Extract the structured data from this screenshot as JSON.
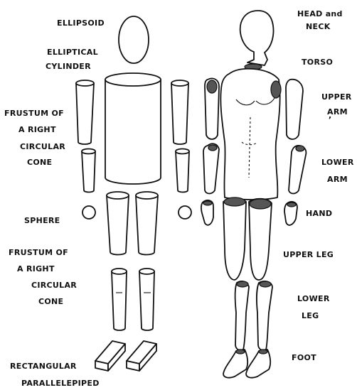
{
  "labels": {
    "ellipsoid": "ELLIPSOID",
    "elliptical": "ELLIPTICAL",
    "cylinder": "CYLINDER",
    "frustum1_l1": "FRUSTUM OF",
    "frustum1_l2": "A RIGHT",
    "frustum1_l3": "CIRCULAR",
    "frustum1_l4": "CONE",
    "sphere": "SPHERE",
    "frustum2_l1": "FRUSTUM OF",
    "frustum2_l2": "A RIGHT",
    "frustum2_l3": "CIRCULAR",
    "frustum2_l4": "CONE",
    "rectangular": "RECTANGULAR",
    "parallelepiped": "PARALLELEPIPED",
    "head_l1": "HEAD and",
    "head_l2": "NECK",
    "torso": "TORSO",
    "upper_arm_l1": "UPPER",
    "upper_arm_l2": "ARM",
    "lower_arm_l1": "LOWER",
    "lower_arm_l2": "ARM",
    "hand": "HAND",
    "upper_leg": "UPPER LEG",
    "lower_leg_l1": "LOWER",
    "lower_leg_l2": "LEG",
    "foot": "FOOT"
  }
}
